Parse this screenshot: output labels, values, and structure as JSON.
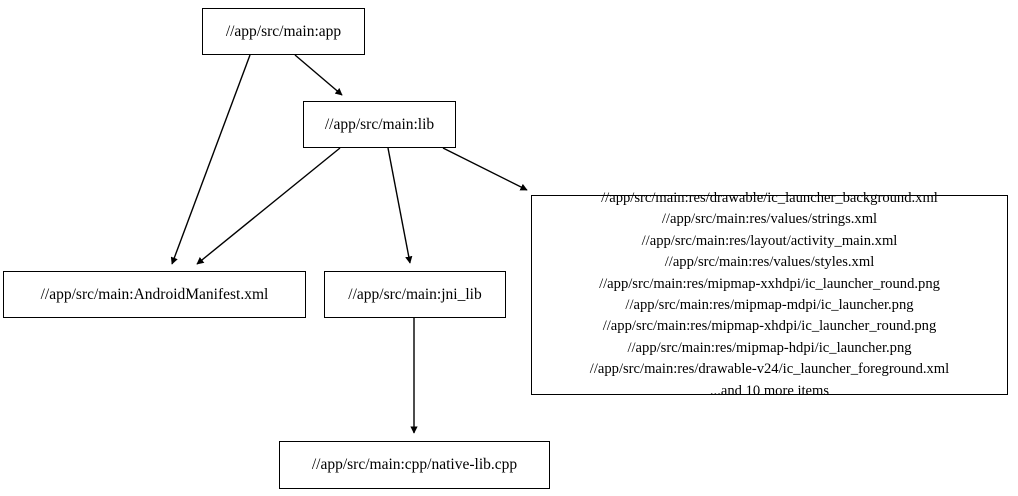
{
  "graph": {
    "type": "dependency-graph",
    "background_color": "#ffffff",
    "node_border_color": "#000000",
    "edge_color": "#000000",
    "nodes": [
      {
        "id": "app",
        "label": "//app/src/main:app"
      },
      {
        "id": "lib",
        "label": "//app/src/main:lib"
      },
      {
        "id": "manifest",
        "label": "//app/src/main:AndroidManifest.xml"
      },
      {
        "id": "jni_lib",
        "label": "//app/src/main:jni_lib"
      },
      {
        "id": "resources",
        "label": "//app/src/main:res/drawable/ic_launcher_background.xml\n//app/src/main:res/values/strings.xml\n//app/src/main:res/layout/activity_main.xml\n//app/src/main:res/values/styles.xml\n//app/src/main:res/mipmap-xxhdpi/ic_launcher_round.png\n//app/src/main:res/mipmap-mdpi/ic_launcher.png\n//app/src/main:res/mipmap-xhdpi/ic_launcher_round.png\n//app/src/main:res/mipmap-hdpi/ic_launcher.png\n//app/src/main:res/drawable-v24/ic_launcher_foreground.xml\n...and 10 more items",
        "lines": [
          "//app/src/main:res/drawable/ic_launcher_background.xml",
          "//app/src/main:res/values/strings.xml",
          "//app/src/main:res/layout/activity_main.xml",
          "//app/src/main:res/values/styles.xml",
          "//app/src/main:res/mipmap-xxhdpi/ic_launcher_round.png",
          "//app/src/main:res/mipmap-mdpi/ic_launcher.png",
          "//app/src/main:res/mipmap-xhdpi/ic_launcher_round.png",
          "//app/src/main:res/mipmap-hdpi/ic_launcher.png",
          "//app/src/main:res/drawable-v24/ic_launcher_foreground.xml",
          "...and 10 more items"
        ]
      },
      {
        "id": "native_lib_cpp",
        "label": "//app/src/main:cpp/native-lib.cpp"
      }
    ],
    "edges": [
      {
        "from": "app",
        "to": "lib"
      },
      {
        "from": "app",
        "to": "manifest"
      },
      {
        "from": "lib",
        "to": "manifest"
      },
      {
        "from": "lib",
        "to": "jni_lib"
      },
      {
        "from": "lib",
        "to": "resources"
      },
      {
        "from": "jni_lib",
        "to": "native_lib_cpp"
      }
    ]
  }
}
